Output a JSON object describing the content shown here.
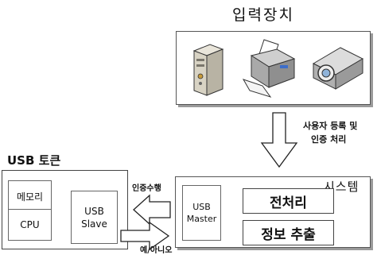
{
  "input_devices": {
    "title": "입력장치",
    "devices": [
      "server-tower-icon",
      "printer-icon",
      "projector-icon"
    ]
  },
  "registration": {
    "line1": "사용자 등록 및",
    "line2": "인증 처리"
  },
  "usb_token": {
    "title": "USB 토큰",
    "memory_label": "메모리",
    "cpu_label": "CPU",
    "slave_line1": "USB",
    "slave_line2": "Slave"
  },
  "arrows": {
    "auth_label": "인증수행",
    "yes_no_label": "예/아니오"
  },
  "system": {
    "title": "시스템",
    "master_line1": "USB",
    "master_line2": "Master",
    "preprocess_label": "전처리",
    "extract_label": "정보 추출"
  }
}
